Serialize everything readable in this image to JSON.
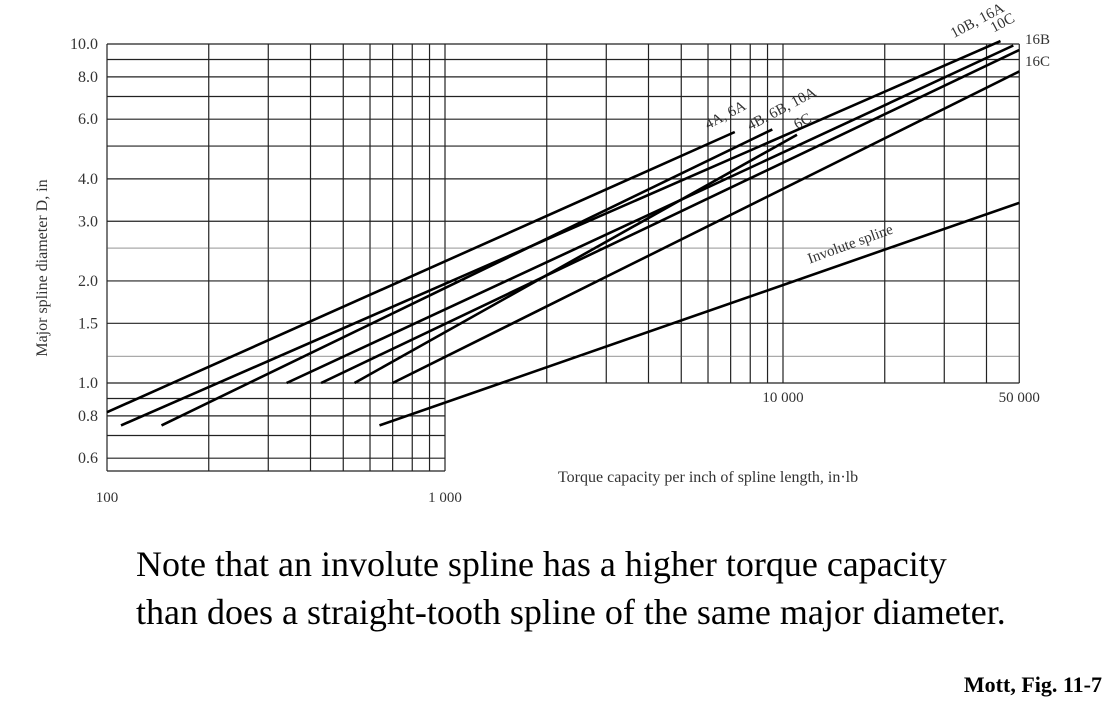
{
  "chart_data": {
    "type": "line",
    "xscale": "log",
    "yscale": "log",
    "xlabel": "Torque capacity per inch of spline length, in·lb",
    "ylabel": "Major spline diameter D, in",
    "x_ticks": [
      {
        "value": 100,
        "label": "100"
      },
      {
        "value": 1000,
        "label": "1 000"
      },
      {
        "value": 10000,
        "label": "10 000"
      },
      {
        "value": 50000,
        "label": "50 000"
      }
    ],
    "y_ticks": [
      {
        "value": 0.6,
        "label": "0.6"
      },
      {
        "value": 0.8,
        "label": "0.8"
      },
      {
        "value": 1.0,
        "label": "1.0"
      },
      {
        "value": 1.5,
        "label": "1.5"
      },
      {
        "value": 2.0,
        "label": "2.0"
      },
      {
        "value": 3.0,
        "label": "3.0"
      },
      {
        "value": 4.0,
        "label": "4.0"
      },
      {
        "value": 6.0,
        "label": "6.0"
      },
      {
        "value": 8.0,
        "label": "8.0"
      },
      {
        "value": 10.0,
        "label": "10.0"
      }
    ],
    "series": [
      {
        "name": "4A, 6A",
        "x": [
          100,
          7200
        ],
        "y": [
          0.82,
          5.5
        ]
      },
      {
        "name": "10B, 16A",
        "x": [
          110,
          44000
        ],
        "y": [
          0.75,
          10.2
        ]
      },
      {
        "name": "4B, 6B, 10A",
        "x": [
          145,
          9300
        ],
        "y": [
          0.75,
          5.6
        ]
      },
      {
        "name": "10C",
        "x": [
          340,
          48000
        ],
        "y": [
          1.0,
          9.9
        ]
      },
      {
        "name": "16B",
        "x": [
          430,
          50000
        ],
        "y": [
          1.0,
          9.6
        ]
      },
      {
        "name": "6C",
        "x": [
          540,
          11000
        ],
        "y": [
          1.0,
          5.4
        ]
      },
      {
        "name": "16C",
        "x": [
          700,
          50000
        ],
        "y": [
          1.0,
          8.3
        ]
      },
      {
        "name": "Involute spline",
        "x": [
          640,
          50000
        ],
        "y": [
          0.75,
          3.4
        ]
      }
    ],
    "series_labels": [
      {
        "text": "4A, 6A",
        "anchor_x": 6000,
        "anchor_y": 5.6
      },
      {
        "text": "4B, 6B, 10A",
        "anchor_x": 8000,
        "anchor_y": 5.55
      },
      {
        "text": "6C",
        "anchor_x": 11000,
        "anchor_y": 5.6
      },
      {
        "text": "10B, 16A",
        "anchor_x": 32000,
        "anchor_y": 10.4
      },
      {
        "text": "10C",
        "anchor_x": 42000,
        "anchor_y": 10.8
      },
      {
        "text": "16B",
        "anchor_x": 52000,
        "anchor_y": 10.0
      },
      {
        "text": "16C",
        "anchor_x": 52000,
        "anchor_y": 8.6
      },
      {
        "text": "Involute spline",
        "anchor_x": 12000,
        "anchor_y": 2.25
      }
    ]
  },
  "caption": "Note that an involute spline has a higher torque capacity than does a straight-tooth spline of the same major diameter.",
  "source": "Mott, Fig. 11-7"
}
